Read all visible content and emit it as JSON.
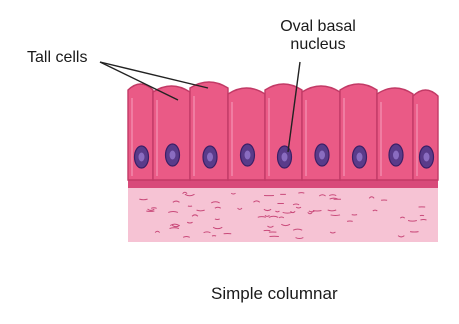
{
  "labels": {
    "tall_cells": "Tall cells",
    "oval_basal_line1": "Oval basal",
    "oval_basal_line2": "nucleus",
    "caption": "Simple columnar"
  },
  "colors": {
    "cell_fill": "#ea5a86",
    "cell_outline": "#c23a66",
    "nucleus_fill": "#5a3b8a",
    "nucleus_dark": "#3a1f66",
    "connective_fill": "#f6c3d4",
    "fiber": "#c94a7a",
    "basement": "#d44a78",
    "pointer": "#222222"
  }
}
